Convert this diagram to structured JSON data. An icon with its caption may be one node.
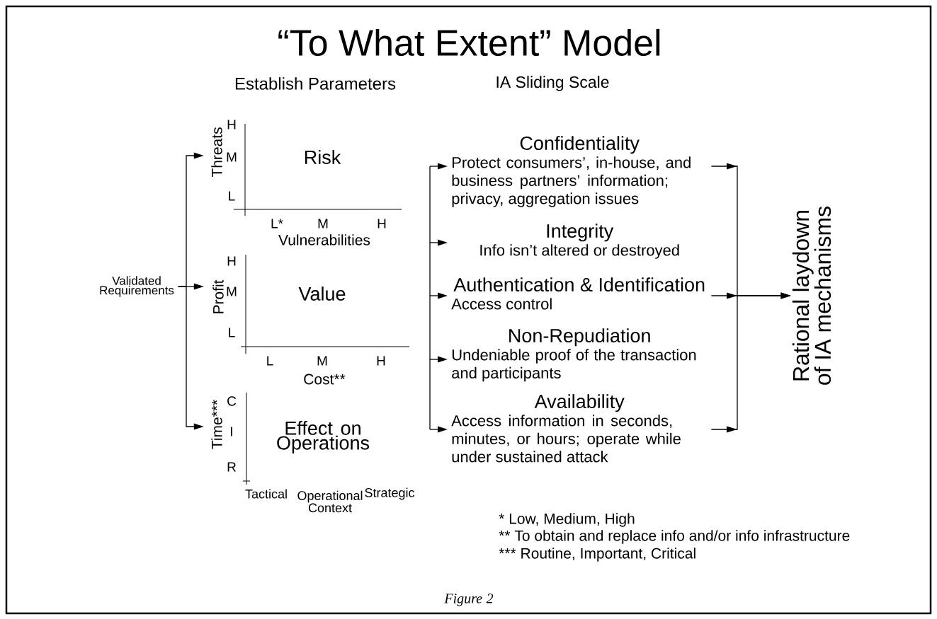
{
  "diagram": {
    "title": "“To What Extent” Model",
    "caption": "Figure 2",
    "nodes": [
      {
        "text": [
          "Validated Requirements"
        ]
      },
      {
        "text": [
          "Risk",
          "H",
          "Threats",
          "M",
          "L",
          "L*",
          "M",
          "H",
          "Vulnerabilities"
        ]
      },
      {
        "text": [
          "Value",
          "H",
          "Profit",
          "M",
          "L",
          "L",
          "M",
          "H",
          "Cost**"
        ]
      },
      {
        "text": [
          "Effect on Operations",
          "C",
          "Time***",
          "I",
          "R",
          "Tactical",
          "Operational Context",
          "Strategic"
        ]
      },
      {
        "text": [
          "Confidentiality",
          "Protect consumers’, in-house, and business partners’ information; privacy, aggregation issues"
        ]
      },
      {
        "text": [
          "Integrity",
          "Info isn’t altered or destroyed"
        ]
      },
      {
        "text": [
          "Authentication & Identification",
          "Access control"
        ]
      },
      {
        "text": [
          "Non-Repudiation",
          "Undeniable proof of the transaction and participants"
        ]
      },
      {
        "text": [
          "Availability",
          "Access information in seconds, minutes, or hours; operate while under sustained attack"
        ]
      },
      {
        "text": [
          "Rational laydown of IA mechanisms"
        ]
      }
    ],
    "edges": [
      {
        "from": 0,
        "to": 1,
        "arrow": "to"
      },
      {
        "from": 0,
        "to": 2,
        "arrow": "to"
      },
      {
        "from": 0,
        "to": 3,
        "arrow": "to"
      },
      {
        "from": null,
        "to": 4,
        "arrow": "to"
      },
      {
        "from": null,
        "to": 5,
        "arrow": "to"
      },
      {
        "from": null,
        "to": 6,
        "arrow": "to"
      },
      {
        "from": null,
        "to": 7,
        "arrow": "to"
      },
      {
        "from": null,
        "to": 8,
        "arrow": "to"
      },
      {
        "from": 4,
        "to": 9,
        "arrow": "to"
      },
      {
        "from": 6,
        "to": 9,
        "arrow": "to"
      },
      {
        "from": 8,
        "to": 9,
        "arrow": "to"
      }
    ],
    "labels": [
      "Establish Parameters",
      "IA Sliding Scale",
      "* Low, Medium, High",
      "** To obtain and replace info and/or info infrastructure",
      "*** Routine, Important, Critical"
    ]
  }
}
